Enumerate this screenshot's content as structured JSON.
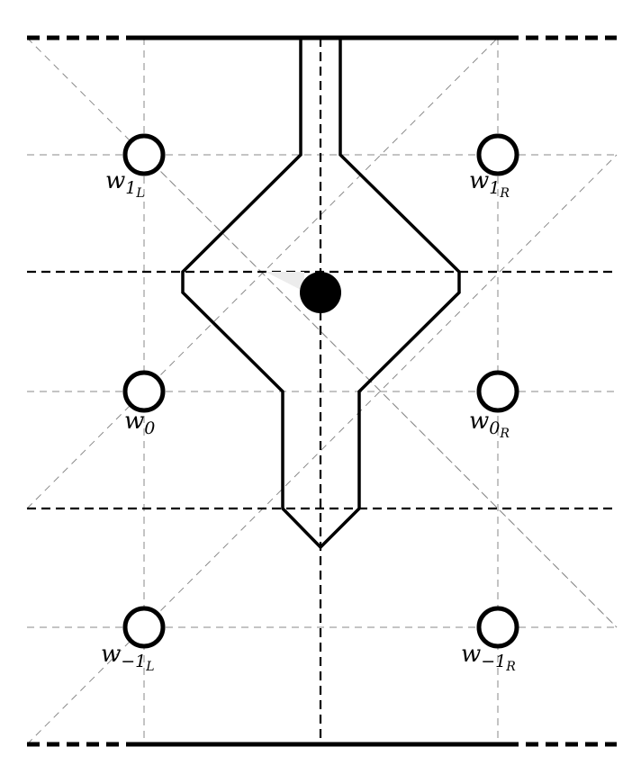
{
  "labels": {
    "w1L": {
      "base": "w",
      "sub": "1",
      "subsub": "L"
    },
    "w1R": {
      "base": "w",
      "sub": "1",
      "subsub": "R"
    },
    "w0": {
      "base": "w",
      "sub": "0",
      "subsub": ""
    },
    "w0R": {
      "base": "w",
      "sub": "0",
      "subsub": "R"
    },
    "wm1L": {
      "base": "w",
      "sub": "−1",
      "subsub": "L"
    },
    "wm1R": {
      "base": "w",
      "sub": "−1",
      "subsub": "R"
    }
  },
  "colors": {
    "stroke": "#000000",
    "guide": "#8a8a8a",
    "background": "#ffffff"
  }
}
